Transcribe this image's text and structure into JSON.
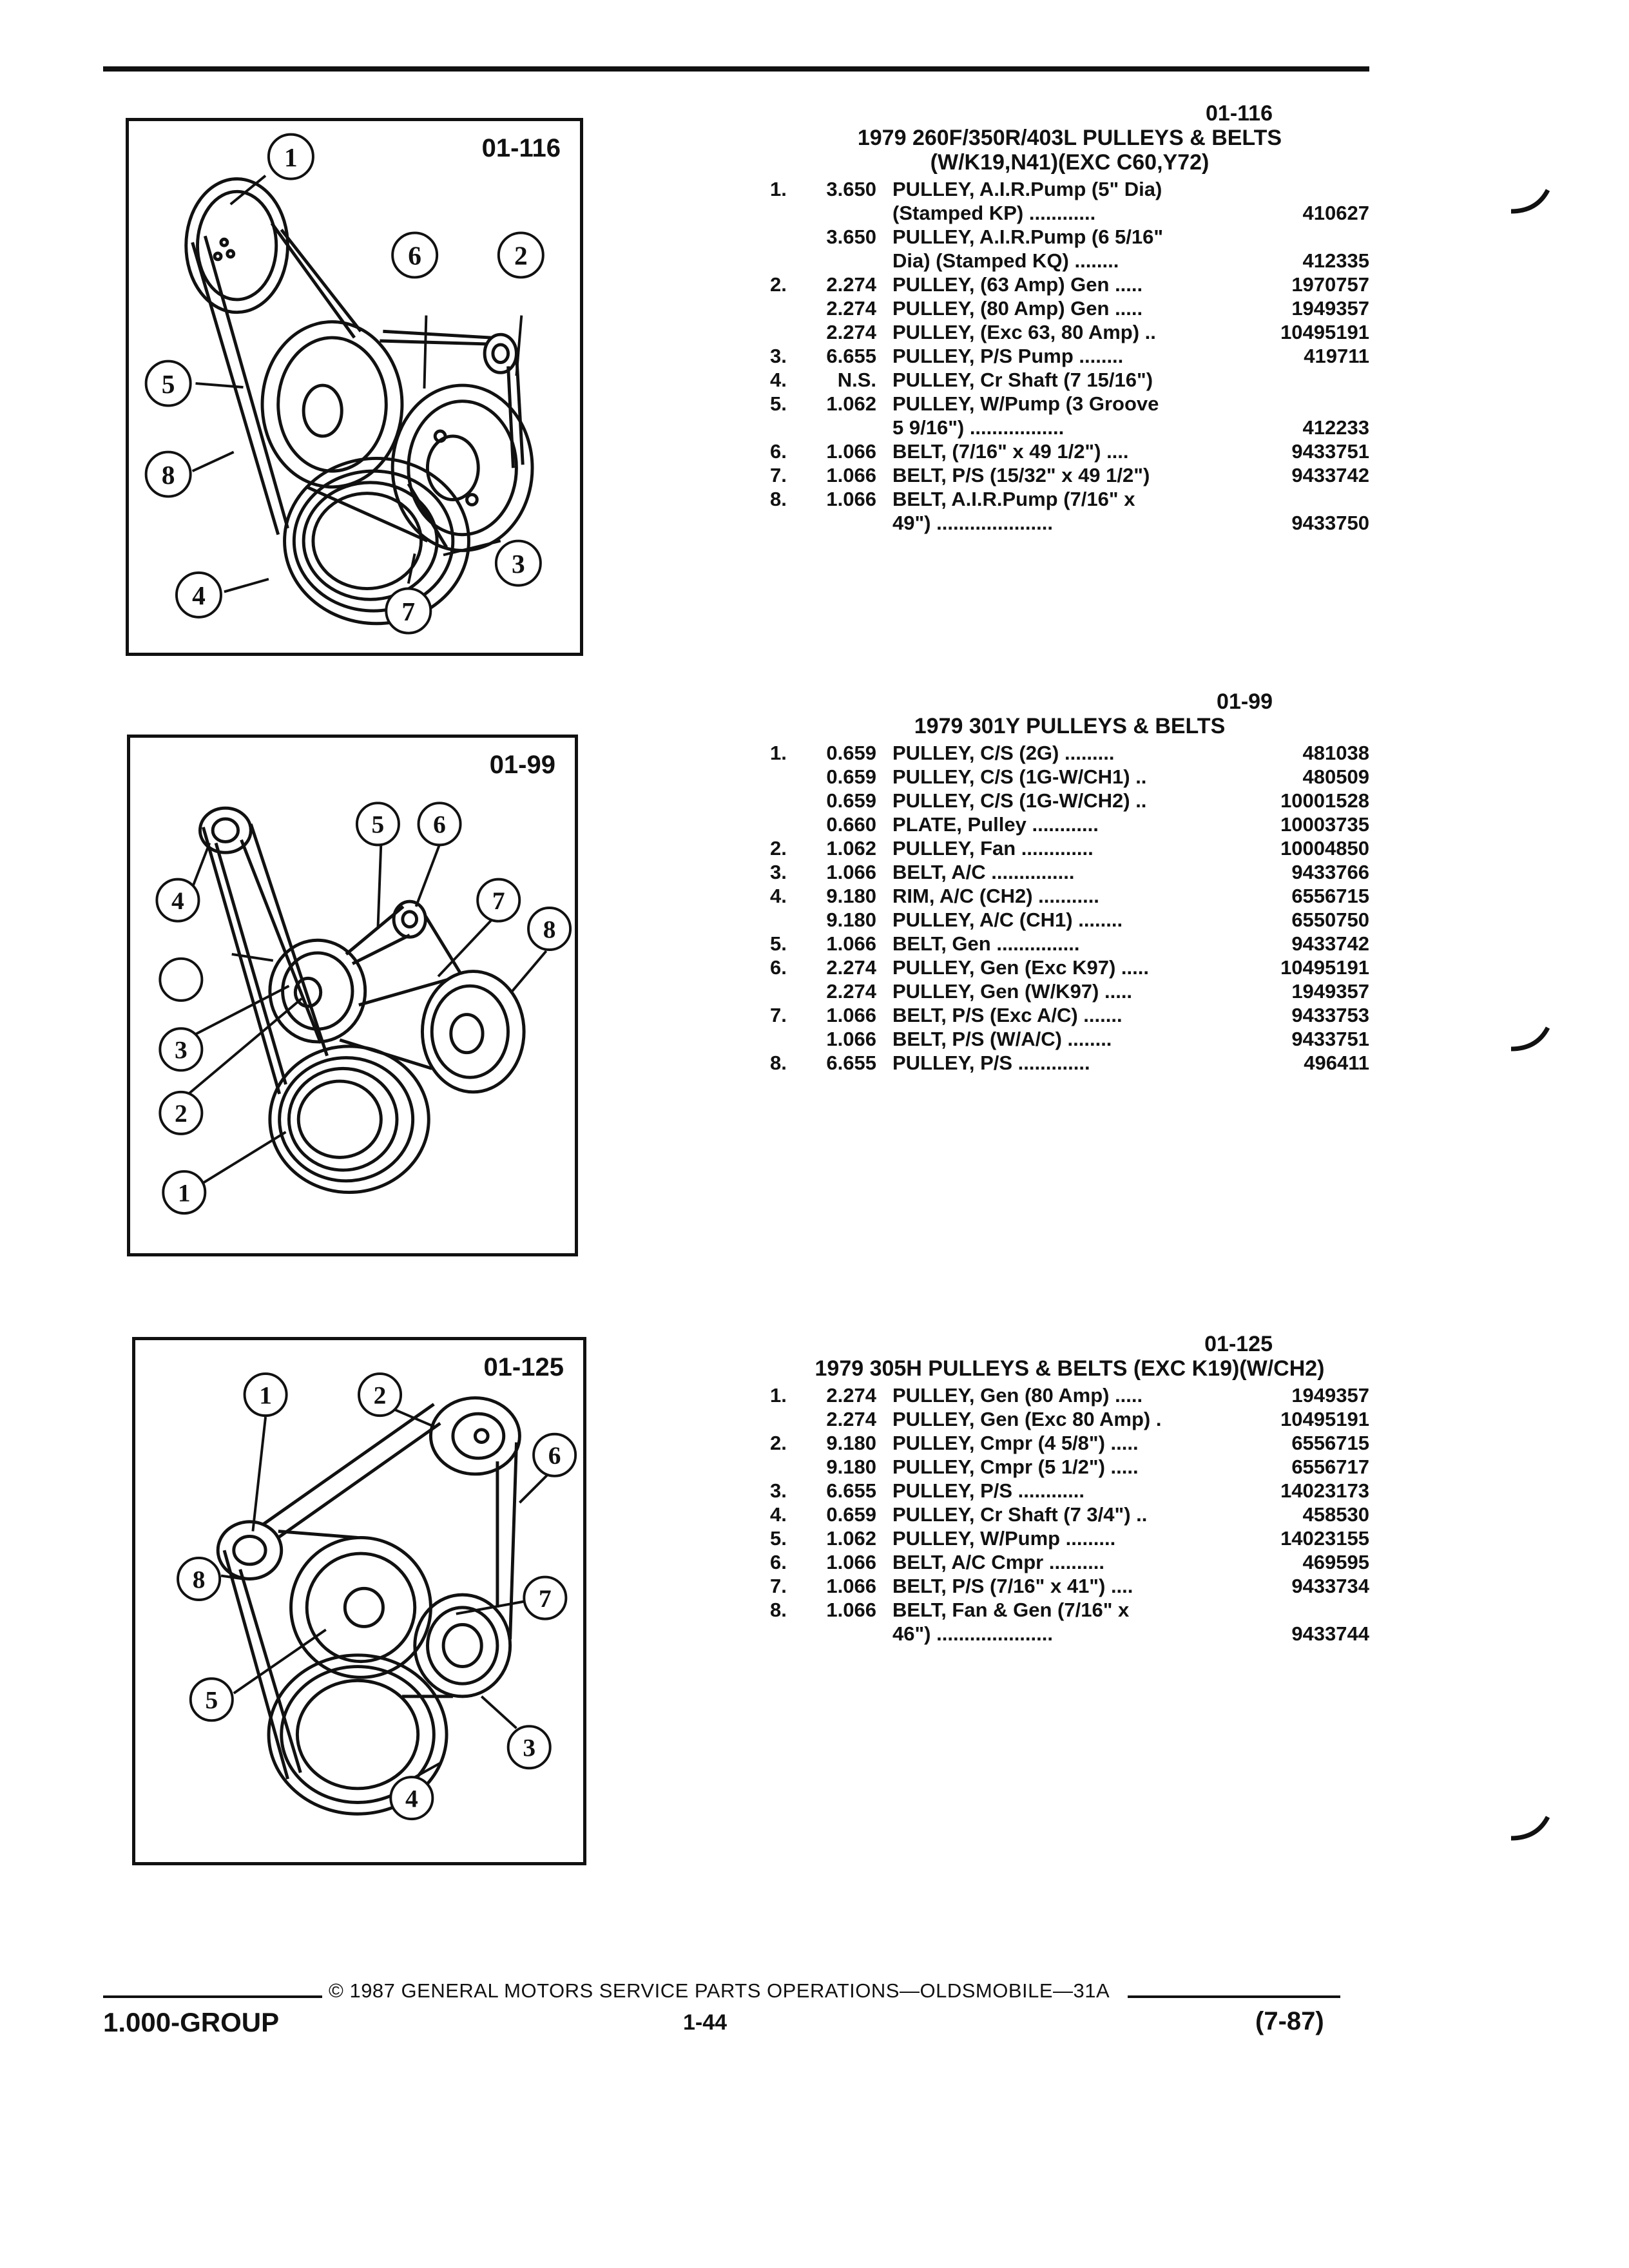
{
  "page": {
    "footer": {
      "copyright": "© 1987 GENERAL MOTORS SERVICE PARTS OPERATIONS—OLDSMOBILE—31A",
      "group": "1.000-GROUP",
      "page_number": "1-44",
      "date": "(7-87)"
    }
  },
  "sections": [
    {
      "id": "01-116",
      "title": "1979 260F/350R/403L PULLEYS & BELTS",
      "subtitle": "(W/K19,N41)(EXC C60,Y72)",
      "figure_label": "01-116",
      "callouts": [
        "1",
        "2",
        "3",
        "4",
        "5",
        "6",
        "7",
        "8"
      ],
      "rows": [
        {
          "num": "1.",
          "code": "3.650",
          "desc": "PULLEY, A.I.R.Pump (5\" Dia)",
          "pn": ""
        },
        {
          "num": "",
          "code": "",
          "desc": "(Stamped KP) ............",
          "pn": "410627"
        },
        {
          "num": "",
          "code": "3.650",
          "desc": "PULLEY, A.I.R.Pump (6 5/16\"",
          "pn": ""
        },
        {
          "num": "",
          "code": "",
          "desc": "Dia) (Stamped KQ) ........",
          "pn": "412335"
        },
        {
          "num": "2.",
          "code": "2.274",
          "desc": "PULLEY, (63 Amp) Gen .....",
          "pn": "1970757"
        },
        {
          "num": "",
          "code": "2.274",
          "desc": "PULLEY, (80 Amp) Gen .....",
          "pn": "1949357"
        },
        {
          "num": "",
          "code": "2.274",
          "desc": "PULLEY, (Exc 63, 80 Amp) ..",
          "pn": "10495191"
        },
        {
          "num": "3.",
          "code": "6.655",
          "desc": "PULLEY, P/S Pump ........",
          "pn": "419711"
        },
        {
          "num": "4.",
          "code": "N.S.",
          "desc": "PULLEY, Cr Shaft (7 15/16\")",
          "pn": ""
        },
        {
          "num": "5.",
          "code": "1.062",
          "desc": "PULLEY, W/Pump (3 Groove",
          "pn": ""
        },
        {
          "num": "",
          "code": "",
          "desc": "5 9/16\") .................",
          "pn": "412233"
        },
        {
          "num": "6.",
          "code": "1.066",
          "desc": "BELT, (7/16\" x 49 1/2\") ....",
          "pn": "9433751"
        },
        {
          "num": "7.",
          "code": "1.066",
          "desc": "BELT, P/S (15/32\" x 49 1/2\")",
          "pn": "9433742"
        },
        {
          "num": "8.",
          "code": "1.066",
          "desc": "BELT, A.I.R.Pump (7/16\" x",
          "pn": ""
        },
        {
          "num": "",
          "code": "",
          "desc": "49\") .....................",
          "pn": "9433750"
        }
      ]
    },
    {
      "id": "01-99",
      "title": "1979 301Y PULLEYS & BELTS",
      "subtitle": "",
      "figure_label": "01-99",
      "callouts": [
        "1",
        "2",
        "3",
        "4",
        "5",
        "6",
        "7",
        "8"
      ],
      "rows": [
        {
          "num": "1.",
          "code": "0.659",
          "desc": "PULLEY, C/S (2G) .........",
          "pn": "481038"
        },
        {
          "num": "",
          "code": "0.659",
          "desc": "PULLEY, C/S (1G-W/CH1) ..",
          "pn": "480509"
        },
        {
          "num": "",
          "code": "0.659",
          "desc": "PULLEY, C/S (1G-W/CH2) ..",
          "pn": "10001528"
        },
        {
          "num": "",
          "code": "0.660",
          "desc": "PLATE, Pulley ............",
          "pn": "10003735"
        },
        {
          "num": "2.",
          "code": "1.062",
          "desc": "PULLEY, Fan .............",
          "pn": "10004850"
        },
        {
          "num": "3.",
          "code": "1.066",
          "desc": "BELT, A/C ...............",
          "pn": "9433766"
        },
        {
          "num": "4.",
          "code": "9.180",
          "desc": "RIM, A/C (CH2) ...........",
          "pn": "6556715"
        },
        {
          "num": "",
          "code": "9.180",
          "desc": "PULLEY, A/C (CH1) ........",
          "pn": "6550750"
        },
        {
          "num": "5.",
          "code": "1.066",
          "desc": "BELT, Gen ...............",
          "pn": "9433742"
        },
        {
          "num": "6.",
          "code": "2.274",
          "desc": "PULLEY, Gen (Exc K97) .....",
          "pn": "10495191"
        },
        {
          "num": "",
          "code": "2.274",
          "desc": "PULLEY, Gen (W/K97) .....",
          "pn": "1949357"
        },
        {
          "num": "7.",
          "code": "1.066",
          "desc": "BELT, P/S (Exc A/C) .......",
          "pn": "9433753"
        },
        {
          "num": "",
          "code": "1.066",
          "desc": "BELT, P/S (W/A/C) ........",
          "pn": "9433751"
        },
        {
          "num": "8.",
          "code": "6.655",
          "desc": "PULLEY, P/S .............",
          "pn": "496411"
        }
      ]
    },
    {
      "id": "01-125",
      "title": "1979 305H PULLEYS & BELTS (EXC K19)(W/CH2)",
      "subtitle": "",
      "figure_label": "01-125",
      "callouts": [
        "1",
        "2",
        "3",
        "4",
        "5",
        "6",
        "7",
        "8"
      ],
      "rows": [
        {
          "num": "1.",
          "code": "2.274",
          "desc": "PULLEY, Gen (80 Amp) .....",
          "pn": "1949357"
        },
        {
          "num": "",
          "code": "2.274",
          "desc": "PULLEY, Gen (Exc 80 Amp) .",
          "pn": "10495191"
        },
        {
          "num": "2.",
          "code": "9.180",
          "desc": "PULLEY, Cmpr (4 5/8\") .....",
          "pn": "6556715"
        },
        {
          "num": "",
          "code": "9.180",
          "desc": "PULLEY, Cmpr (5 1/2\") .....",
          "pn": "6556717"
        },
        {
          "num": "3.",
          "code": "6.655",
          "desc": "PULLEY, P/S ............",
          "pn": "14023173"
        },
        {
          "num": "4.",
          "code": "0.659",
          "desc": "PULLEY, Cr Shaft (7 3/4\") ..",
          "pn": "458530"
        },
        {
          "num": "5.",
          "code": "1.062",
          "desc": "PULLEY, W/Pump .........",
          "pn": "14023155"
        },
        {
          "num": "6.",
          "code": "1.066",
          "desc": "BELT, A/C Cmpr ..........",
          "pn": "469595"
        },
        {
          "num": "7.",
          "code": "1.066",
          "desc": "BELT, P/S (7/16\" x 41\") ....",
          "pn": "9433734"
        },
        {
          "num": "8.",
          "code": "1.066",
          "desc": "BELT, Fan & Gen (7/16\" x",
          "pn": ""
        },
        {
          "num": "",
          "code": "",
          "desc": "46\") .....................",
          "pn": "9433744"
        }
      ]
    }
  ]
}
